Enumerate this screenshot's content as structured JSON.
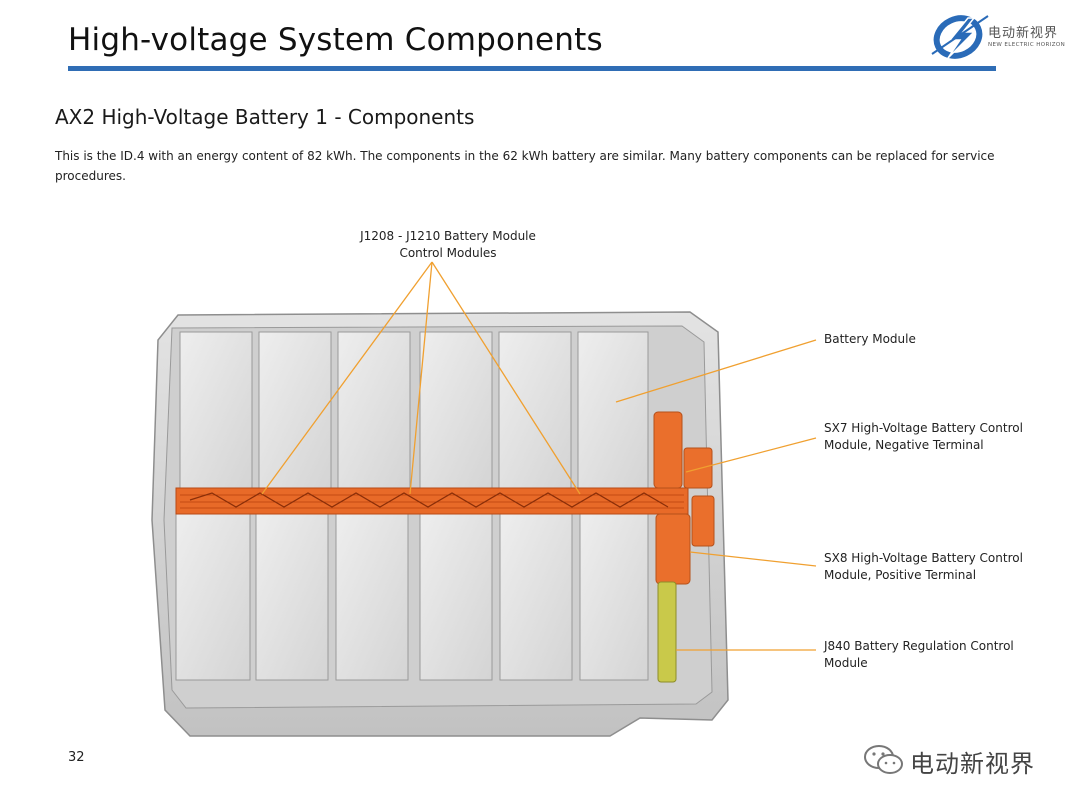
{
  "header": {
    "title": "High-voltage System Components",
    "rule_color": "#2f6db5"
  },
  "logo": {
    "name_cn": "电动新视界",
    "name_en": "NEW ELECTRIC HORIZON"
  },
  "section": {
    "subtitle": "AX2 High-Voltage Battery 1 - Components",
    "description": "This is the ID.4 with an energy content of 82 kWh.  The components in the 62 kWh battery are similar.  Many battery components can be replaced for service procedures."
  },
  "callouts": {
    "control_modules_line1": "J1208 - J1210 Battery Module",
    "control_modules_line2": "Control Modules",
    "battery_module": "Battery Module",
    "sx7_line1": "SX7 High-Voltage Battery Control",
    "sx7_line2": "Module, Negative Terminal",
    "sx8_line1": "SX8 High-Voltage Battery Control",
    "sx8_line2": "Module, Positive Terminal",
    "j840_line1": "J840 Battery Regulation Control",
    "j840_line2": "Module",
    "leader_color": "#f0a030"
  },
  "footer": {
    "page_number": "32",
    "watermark": "电动新视界"
  }
}
